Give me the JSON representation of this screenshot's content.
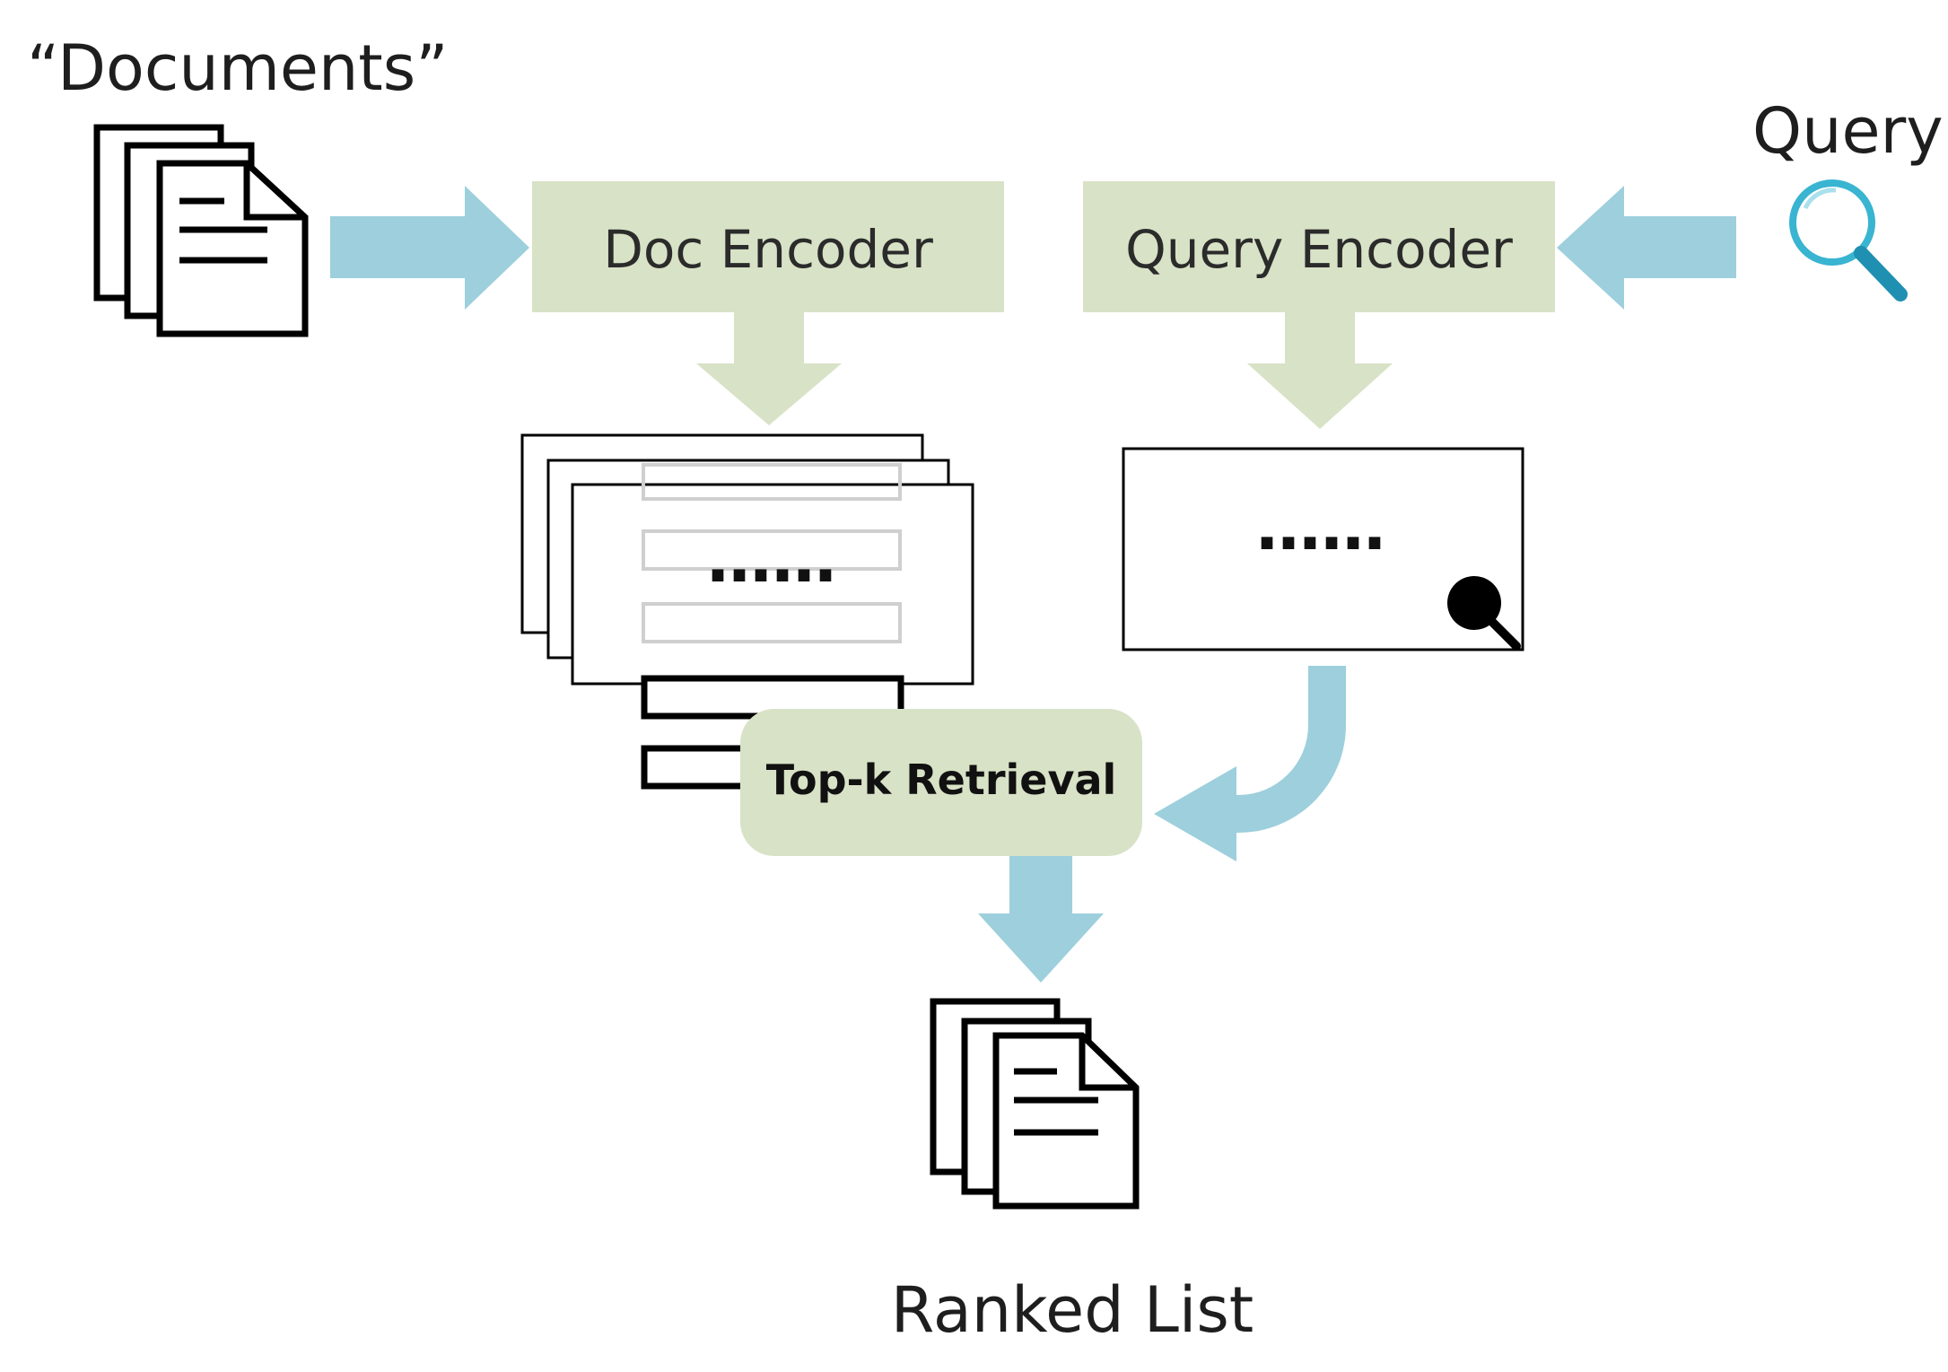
{
  "labels": {
    "documents": "“Documents”",
    "query": "Query",
    "doc_encoder": "Doc Encoder",
    "query_encoder": "Query Encoder",
    "top_k_retrieval": "Top-k Retrieval",
    "ranked_list": "Ranked List",
    "doc_embedding_dots": "……",
    "query_embedding_dots": "……"
  },
  "icons": {
    "documents": "document-stack-icon",
    "query": "magnifier-icon",
    "ranked_list": "document-stack-icon",
    "query_embedding": "magnifier-icon"
  },
  "colors": {
    "encoder_fill": "#d8e2c6",
    "green_arrow": "#d8e2c6",
    "blue_arrow": "#9dcfdc",
    "magnifier": "#39b4d1"
  }
}
